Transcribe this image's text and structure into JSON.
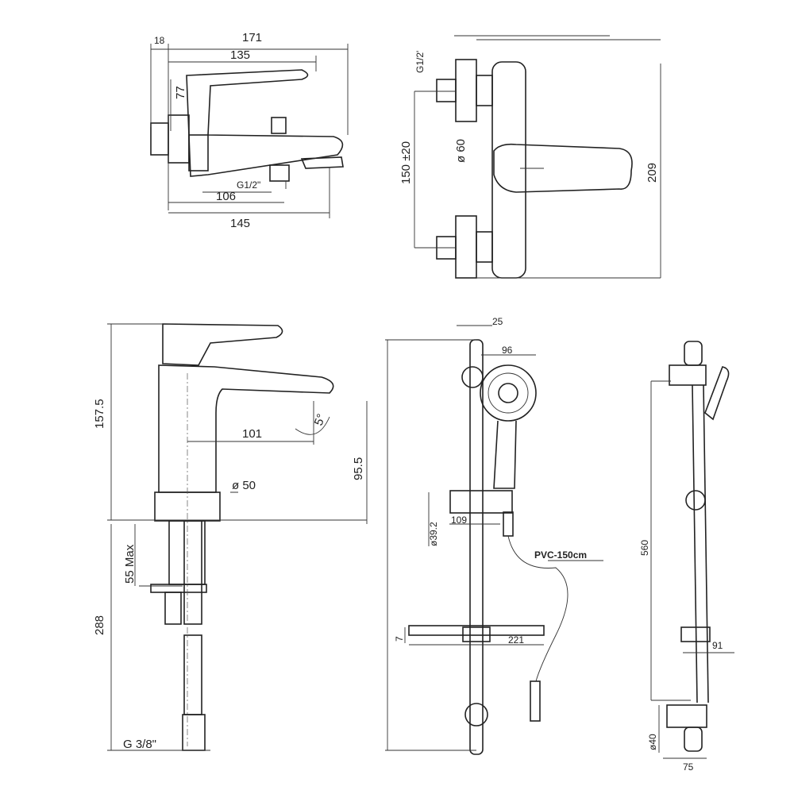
{
  "bath_mixer_side": {
    "dim_flange": "18",
    "dim_total": "171",
    "dim_body": "135",
    "dim_height": "77",
    "dim_outlet_thread": "G1/2\"",
    "dim_outlet_pos": "106",
    "dim_spout": "145"
  },
  "bath_mixer_front": {
    "dim_thread": "G1/2'",
    "dim_rosette": "ø 60",
    "dim_centres": "150 ±20",
    "dim_height": "209"
  },
  "basin_mixer": {
    "dim_height": "157.5",
    "dim_reach": "101",
    "dim_angle": "5°",
    "dim_spout_height": "95.5",
    "dim_base": "ø 50",
    "dim_deck": "55 Max",
    "dim_hose": "288",
    "dim_hose_thread": "G 3/8\""
  },
  "shower_set_front": {
    "dim_rail_dia": "25",
    "dim_head": "96",
    "dim_holder_dia": "ø39.2",
    "dim_holder": "109",
    "hose_label": "PVC-150cm",
    "dim_shelf_thick": "7",
    "dim_shelf": "221"
  },
  "shower_set_side": {
    "dim_bar_length": "560",
    "dim_shelf_depth": "91",
    "dim_bracket_dia": "ø40",
    "dim_bracket": "75"
  }
}
